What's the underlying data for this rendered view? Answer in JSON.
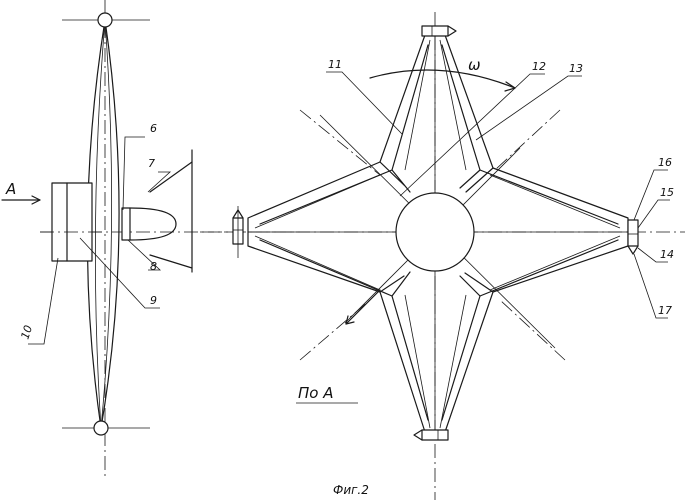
{
  "labels": {
    "view_arrow": "A",
    "part_6": "6",
    "part_7": "7",
    "part_8": "8",
    "part_9": "9",
    "part_10": "10",
    "part_11": "11",
    "part_12": "12",
    "part_13": "13",
    "part_14": "14",
    "part_15": "15",
    "part_16": "16",
    "part_17": "17",
    "rotation": "ω",
    "view_title": "По A",
    "figure_caption": "Фиг.2"
  }
}
